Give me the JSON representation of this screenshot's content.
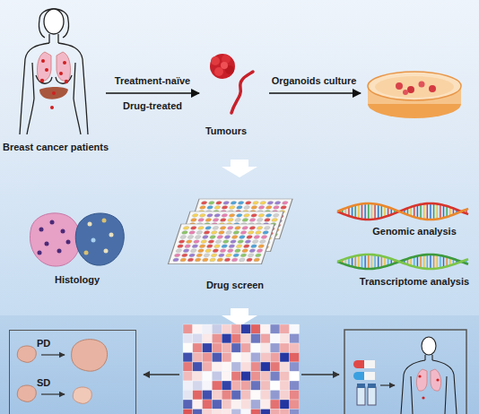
{
  "diagram": {
    "nodes": [
      {
        "text": [
          "PD",
          "SD"
        ]
      }
    ],
    "labels": [
      "Treatment-naïve",
      "Drug-treated",
      "Tumours",
      "Organoids culture",
      "Breast cancer patients",
      "Histology",
      "Drug screen",
      "Genomic analysis",
      "Transcriptome analysis"
    ]
  }
}
